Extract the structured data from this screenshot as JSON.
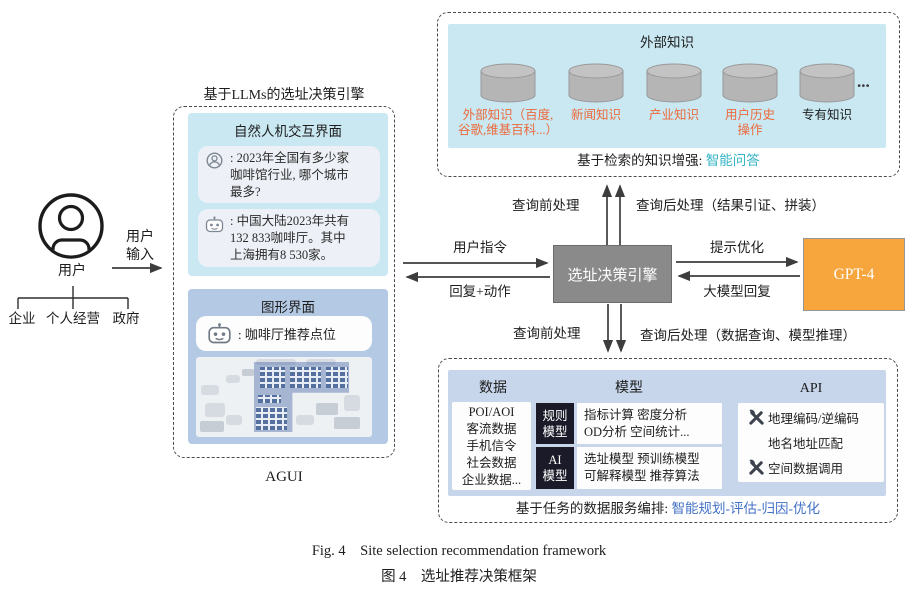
{
  "caption": {
    "en": "Fig. 4    Site selection recommendation framework",
    "zh": "图 4　选址推荐决策框架"
  },
  "user_section": {
    "label": "用户",
    "types": [
      "企业",
      "个人经营",
      "政府"
    ],
    "input_label_lines": [
      "用户",
      "输入"
    ]
  },
  "agui": {
    "title": "基于LLMs的选址决策引擎",
    "footer": "AGUI",
    "nl_panel": {
      "title": "自然人机交互界面",
      "user_msg_lines": [
        ": 2023年全国有多少家",
        "咖啡馆行业, 哪个城市",
        "最多?"
      ],
      "bot_msg_lines": [
        ": 中国大陆2023年共有",
        "132 833咖啡厅。其中",
        "上海拥有8 530家。"
      ]
    },
    "gui_panel": {
      "title": "图形界面",
      "bot_msg": ": 咖啡厅推荐点位"
    }
  },
  "engine": {
    "label": "选址决策引擎"
  },
  "gpt": {
    "label": "GPT-4"
  },
  "knowledge": {
    "title": "外部知识",
    "cylinders": [
      {
        "lines": [
          "外部知识（百度,",
          "谷歌,维基百科...）"
        ]
      },
      {
        "lines": [
          "新闻知识"
        ]
      },
      {
        "lines": [
          "产业知识"
        ]
      },
      {
        "lines": [
          "用户历史",
          "操作"
        ]
      },
      {
        "lines": [
          "专有知识"
        ]
      }
    ],
    "ellipsis": "...",
    "footer_prefix": "基于检索的知识增强: ",
    "footer_highlight": "智能问答"
  },
  "arrows": {
    "top_left": "查询前处理",
    "top_right": "查询后处理（结果引证、拼装）",
    "bottom_left": "查询前处理",
    "bottom_right": "查询后处理（数据查询、模型推理）",
    "user_cmd": "用户指令",
    "reply": "回复+动作",
    "prompt_opt": "提示优化",
    "llm_reply": "大模型回复"
  },
  "services": {
    "headers": {
      "data": "数据",
      "model": "模型",
      "api": "API"
    },
    "data_items": [
      "POI/AOI",
      "客流数据",
      "手机信令",
      "社会数据",
      "企业数据..."
    ],
    "model_rows": [
      {
        "tag_lines": [
          "规则",
          "模型"
        ],
        "content_lines": [
          "指标计算 密度分析",
          "OD分析 空间统计..."
        ]
      },
      {
        "tag_lines": [
          "AI",
          "模型"
        ],
        "content_lines": [
          "选址模型 预训练模型",
          "可解释模型 推荐算法"
        ]
      }
    ],
    "api_items": [
      "地理编码/逆编码",
      "地名地址匹配",
      "空间数据调用"
    ],
    "footer_prefix": "基于任务的数据服务编排: ",
    "footer_highlight": "智能规划-评估-归因-优化"
  },
  "colors": {
    "orange_text": "#ed6a3c",
    "teal_text": "#35b4c6",
    "blue_text": "#4472c4",
    "engine_gray": "#8a8a8a",
    "gpt_orange": "#f6a63d",
    "panel_cyan": "#c9e8f2",
    "panel_blue": "#b4c9e4",
    "panel_periwinkle": "#c7d6eb",
    "model_tag_dark": "#1a1a28",
    "cylinder_gray": "#b5b5b5"
  }
}
